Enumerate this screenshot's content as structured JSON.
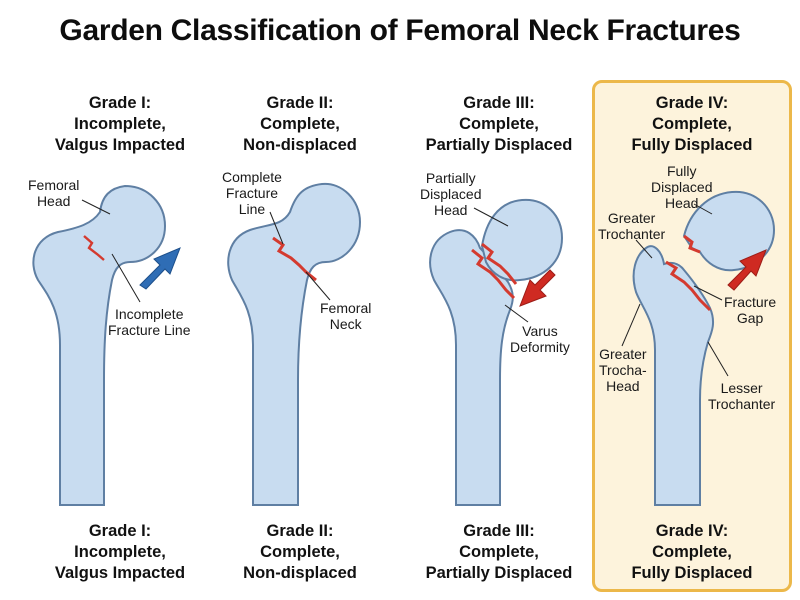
{
  "title": "Garden Classification of Femoral Neck Fractures",
  "colors": {
    "bone_fill": "#c8dcf0",
    "bone_stroke": "#5f7fa3",
    "fracture": "#d43a2f",
    "arrow_blue": "#2f6db5",
    "arrow_red": "#cf2a22",
    "highlight_fill": "#fdf3dc",
    "highlight_border": "#ecb84a"
  },
  "grades": [
    {
      "top": [
        "Grade I:",
        "Incomplete,",
        "Valgus Impacted"
      ],
      "bottom": [
        "Grade I:",
        "Incomplete,",
        "Valgus Impacted"
      ],
      "labels": {
        "head": [
          "Femoral",
          "Head"
        ],
        "line": [
          "Incomplete",
          "Fracture Line"
        ]
      }
    },
    {
      "top": [
        "Grade II:",
        "Complete,",
        "Non-displaced"
      ],
      "bottom": [
        "Grade II:",
        "Complete,",
        "Non-displaced"
      ],
      "labels": {
        "line": [
          "Complete",
          "Fracture",
          "Line"
        ],
        "neck": [
          "Femoral",
          "Neck"
        ]
      }
    },
    {
      "top": [
        "Grade III:",
        "Complete,",
        "Partially Displaced"
      ],
      "bottom": [
        "Grade III:",
        "Complete,",
        "Partially Displaced"
      ],
      "labels": {
        "head": [
          "Partially",
          "Displaced",
          "Head"
        ],
        "varus": [
          "Varus",
          "Deformity"
        ]
      }
    },
    {
      "top": [
        "Grade IV:",
        "Complete,",
        "Fully Displaced"
      ],
      "bottom": [
        "Grade IV:",
        "Complete,",
        "Fully Displaced"
      ],
      "labels": {
        "head": [
          "Fully",
          "Displaced",
          "Head"
        ],
        "greater": [
          "Greater",
          "Trochanter"
        ],
        "gap": [
          "Fracture",
          "Gap"
        ],
        "trocha": [
          "Greater",
          "Trocha-",
          "Head"
        ],
        "lesser": [
          "Lesser",
          "Trochanter"
        ]
      }
    }
  ]
}
